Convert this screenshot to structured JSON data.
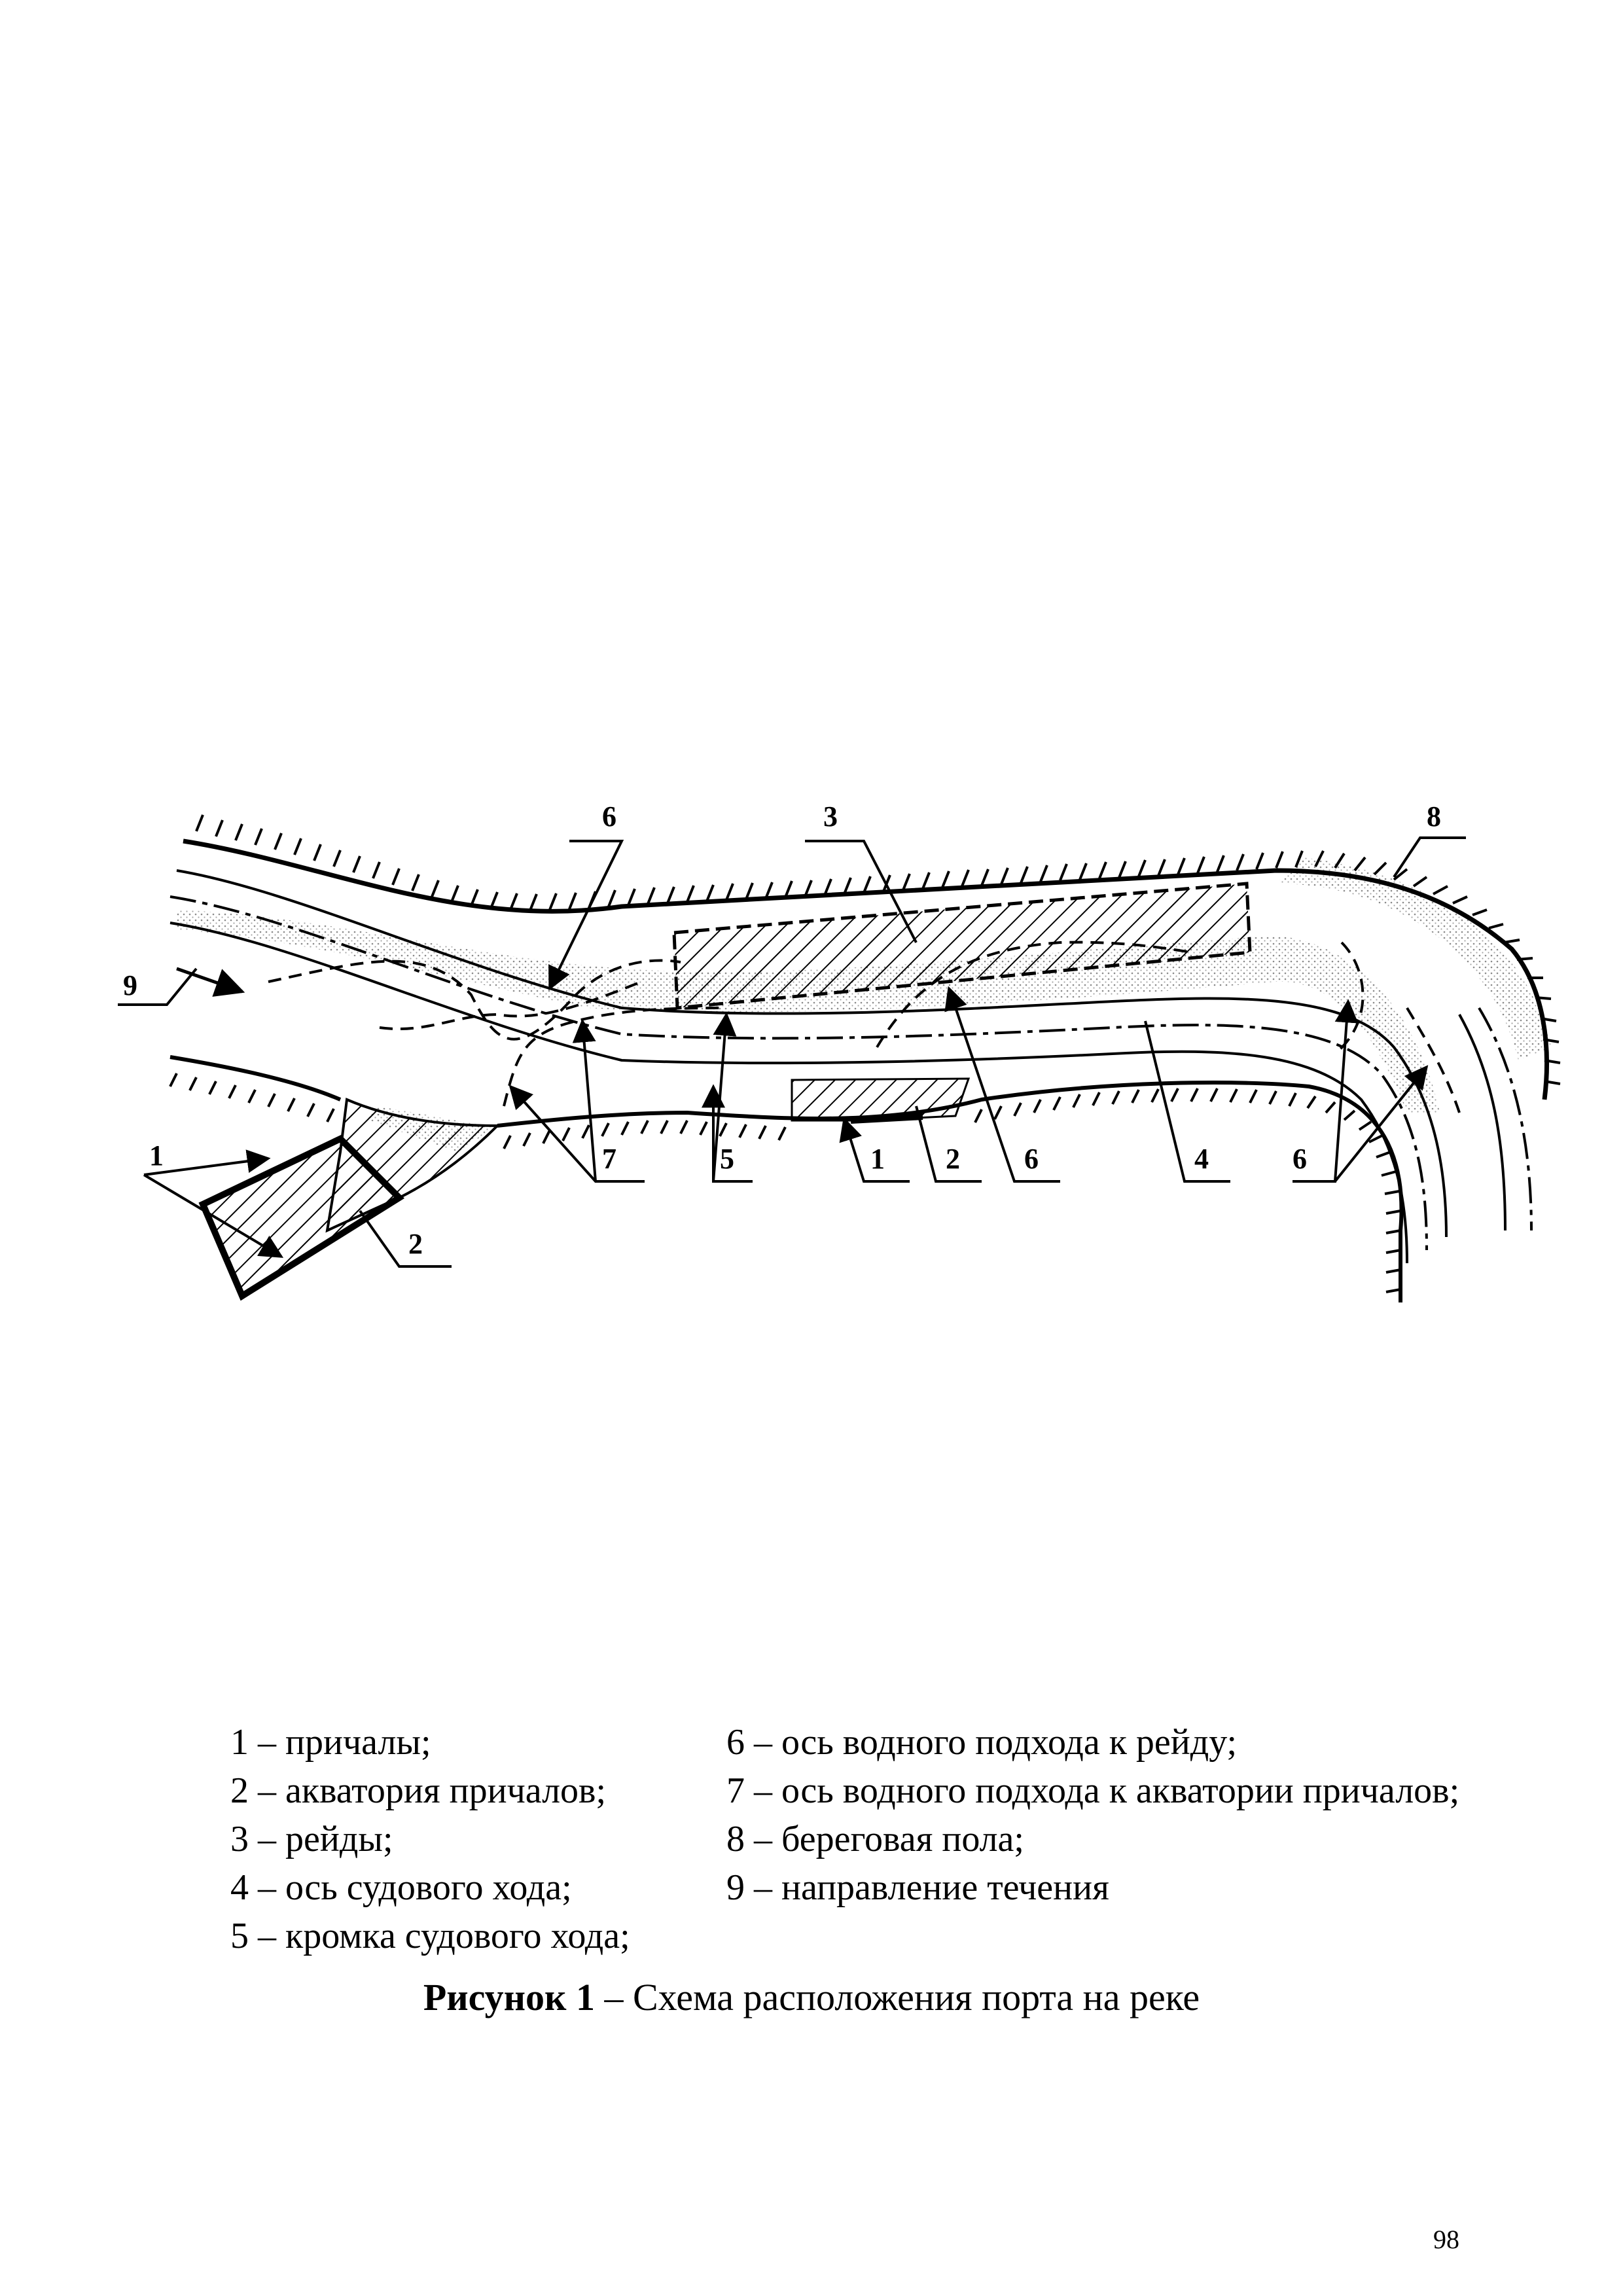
{
  "diagram": {
    "callouts": [
      {
        "id": "c6a",
        "text": "6"
      },
      {
        "id": "c3",
        "text": "3"
      },
      {
        "id": "c8",
        "text": "8"
      },
      {
        "id": "c9",
        "text": "9"
      },
      {
        "id": "c1a",
        "text": "1"
      },
      {
        "id": "c2a",
        "text": "2"
      },
      {
        "id": "c7",
        "text": "7"
      },
      {
        "id": "c5",
        "text": "5"
      },
      {
        "id": "c1b",
        "text": "1"
      },
      {
        "id": "c2b",
        "text": "2"
      },
      {
        "id": "c6b",
        "text": "6"
      },
      {
        "id": "c4",
        "text": "4"
      },
      {
        "id": "c6c",
        "text": "6"
      }
    ]
  },
  "legend": {
    "left": [
      "1 – причалы;",
      "2 – акватория причалов;",
      "3 – рейды;",
      "4 – ось судового хода;",
      "5 – кромка судового хода;"
    ],
    "right": [
      "6 – ось водного подхода к рейду;",
      "7 – ось водного подхода к акватории причалов;",
      "8 – береговая пола;",
      "9 – направление течения"
    ]
  },
  "caption": {
    "bold": "Рисунок 1",
    "text": " – Схема расположения порта на реке"
  },
  "page_number": "98"
}
